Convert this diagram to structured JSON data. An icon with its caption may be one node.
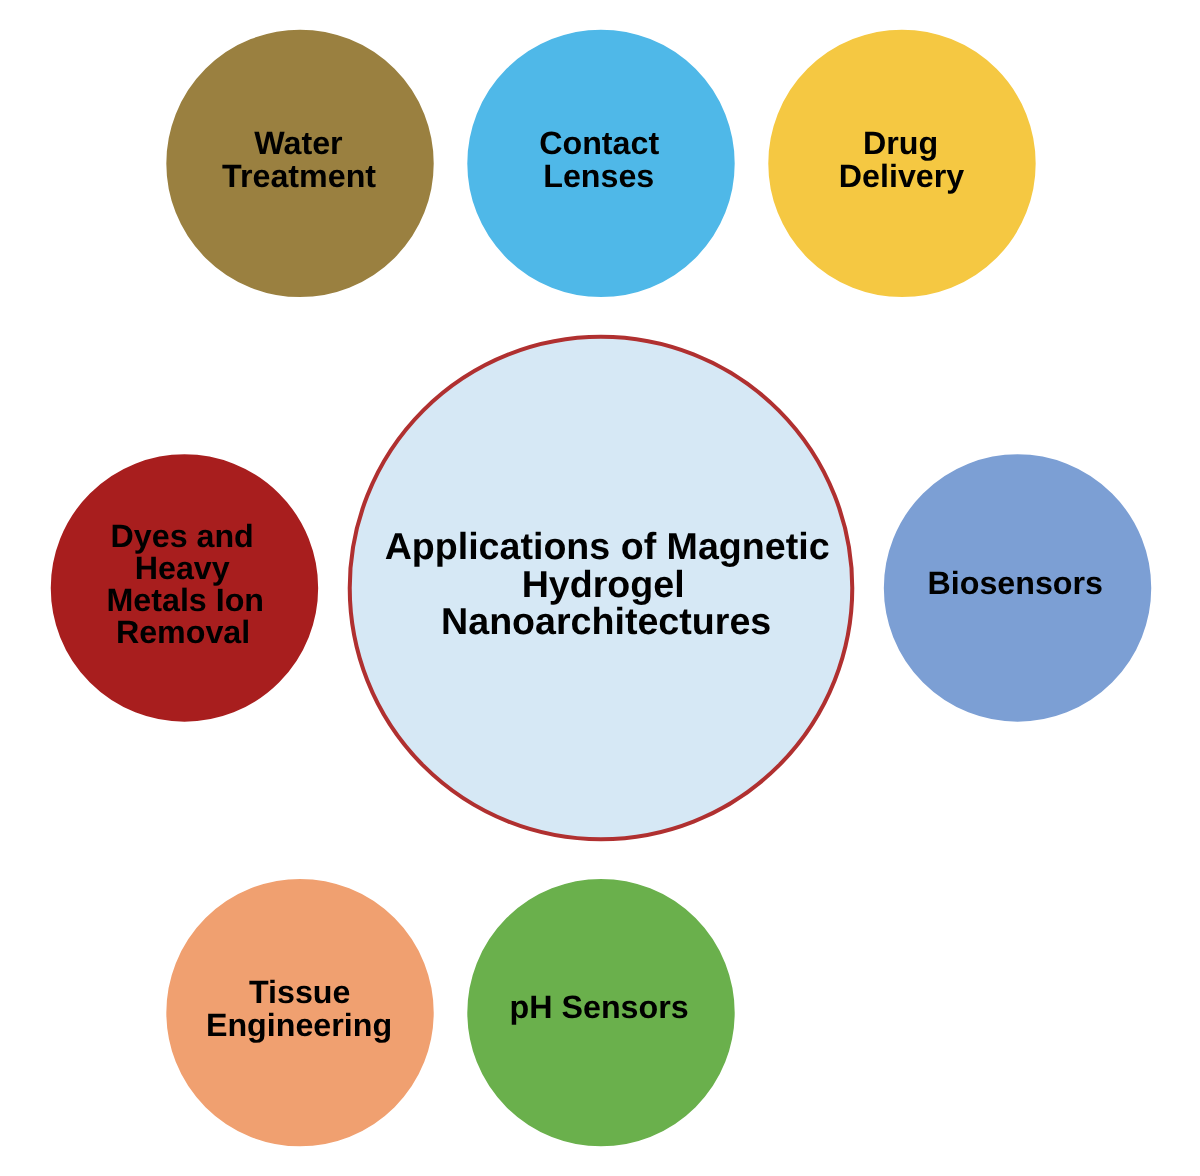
{
  "diagram": {
    "nodes": [
      {
        "text": [
          "Applications of Magnetic Hydrogel Nanoarchitectures"
        ]
      },
      {
        "text": [
          "Contact Lenses"
        ]
      },
      {
        "text": [
          "Drug Delivery"
        ]
      },
      {
        "text": [
          "Biosensors"
        ]
      },
      {
        "text": [
          "pH Sensors"
        ]
      },
      {
        "text": [
          "Tissue Engineering"
        ]
      },
      {
        "text": [
          "Dyes and Heavy Metals Ion Removal"
        ]
      },
      {
        "text": [
          "Water Treatment"
        ]
      }
    ]
  }
}
